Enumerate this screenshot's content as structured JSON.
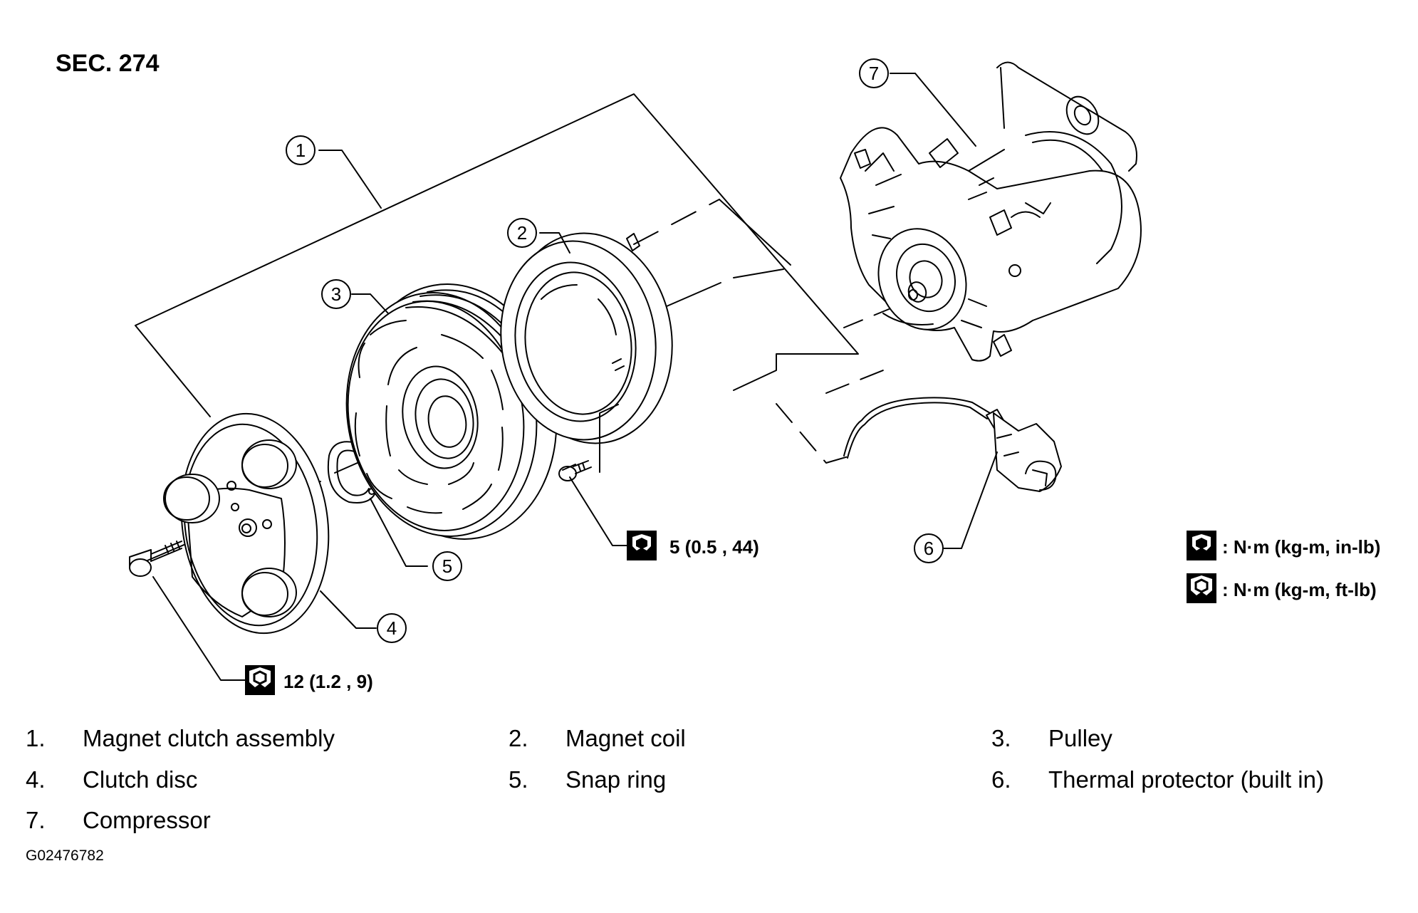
{
  "section_title": "SEC. 274",
  "callouts": {
    "c1": "1",
    "c2": "2",
    "c3": "3",
    "c4": "4",
    "c5": "5",
    "c6": "6",
    "c7": "7"
  },
  "torque": {
    "clutch_bolt": "12 (1.2 , 9)",
    "coil_screw": "5 (0.5 , 44)",
    "key_in_lb": ": N·m (kg-m, in-lb)",
    "key_ft_lb": ": N·m (kg-m, ft-lb)"
  },
  "legend": [
    {
      "num": "1.",
      "label": "Magnet clutch assembly"
    },
    {
      "num": "2.",
      "label": "Magnet coil"
    },
    {
      "num": "3.",
      "label": "Pulley"
    },
    {
      "num": "4.",
      "label": "Clutch disc"
    },
    {
      "num": "5.",
      "label": "Snap ring"
    },
    {
      "num": "6.",
      "label": "Thermal protector (built in)"
    },
    {
      "num": "7.",
      "label": "Compressor"
    }
  ],
  "figure_id": "G02476782"
}
